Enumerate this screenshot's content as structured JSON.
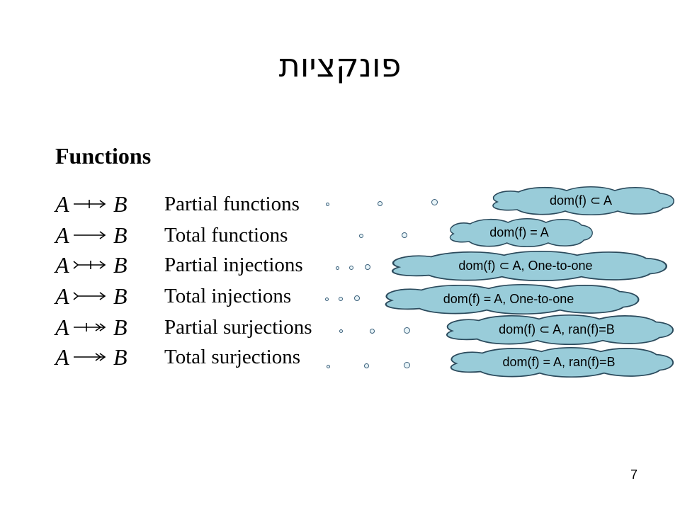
{
  "title": "פונקציות",
  "heading": "Functions",
  "rows": [
    {
      "left": "A",
      "right": "B",
      "arrow": "partial-function-arrow-icon",
      "name": "Partial functions",
      "note": "dom(f)  ⊂  A"
    },
    {
      "left": "A",
      "right": "B",
      "arrow": "total-function-arrow-icon",
      "name": "Total functions",
      "note": "dom(f) = A"
    },
    {
      "left": "A",
      "right": "B",
      "arrow": "partial-injection-arrow-icon",
      "name": "Partial injections",
      "note": "dom(f)  ⊂  A, One-to-one"
    },
    {
      "left": "A",
      "right": "B",
      "arrow": "total-injection-arrow-icon",
      "name": "Total injections",
      "note": "dom(f) = A, One-to-one"
    },
    {
      "left": "A",
      "right": "B",
      "arrow": "partial-surjection-arrow-icon",
      "name": "Partial surjections",
      "note": "dom(f)  ⊂  A, ran(f)=B"
    },
    {
      "left": "A",
      "right": "B",
      "arrow": "total-surjection-arrow-icon",
      "name": "Total surjections",
      "note": "dom(f) = A, ran(f)=B"
    }
  ],
  "colors": {
    "cloud_fill": "#99ccd9",
    "cloud_stroke": "#2b4a5c"
  },
  "page_number": "7"
}
